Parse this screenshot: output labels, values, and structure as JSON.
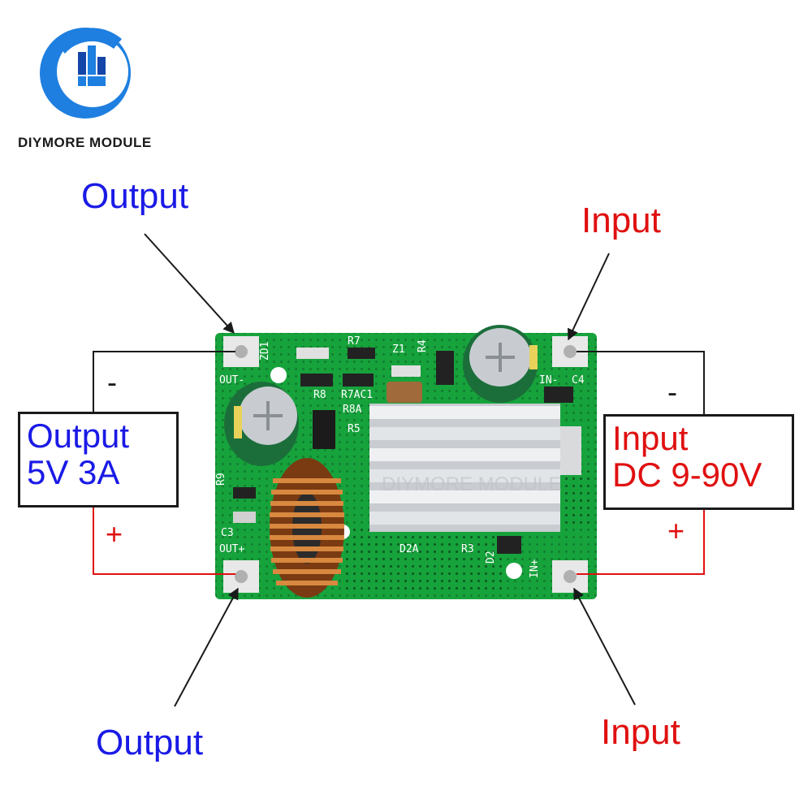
{
  "brand": {
    "name": "DIYMORE MODULE",
    "colors": {
      "blue": "#1e7fe0",
      "dark_blue": "#1445a8"
    }
  },
  "labels": {
    "output_top": "Output",
    "input_top": "Input",
    "output_bottom": "Output",
    "input_bottom": "Input"
  },
  "output_box": {
    "line1": "Output",
    "line2": "5V 3A"
  },
  "input_box": {
    "line1": "Input",
    "line2": "DC 9-90V"
  },
  "signs": {
    "output_minus": "-",
    "output_plus": "+",
    "input_minus": "-",
    "input_plus": "+"
  },
  "pcb": {
    "silkscreen": {
      "out_minus": "OUT-",
      "out_plus": "OUT+",
      "in_minus": "IN-",
      "in_plus": "IN+",
      "parts": [
        "ZD1",
        "R7",
        "R4",
        "Z1",
        "R8",
        "R7AC1",
        "R8A",
        "R5",
        "R9",
        "C3",
        "C4",
        "D2A",
        "R3",
        "D2"
      ]
    },
    "watermark": "DIYMORE MODULE"
  },
  "colors": {
    "label_blue": "#1a1ae6",
    "label_red": "#e01010",
    "wire_red": "#e01010",
    "wire_black": "#1a1a1a",
    "pcb_green": "#17a33c"
  }
}
